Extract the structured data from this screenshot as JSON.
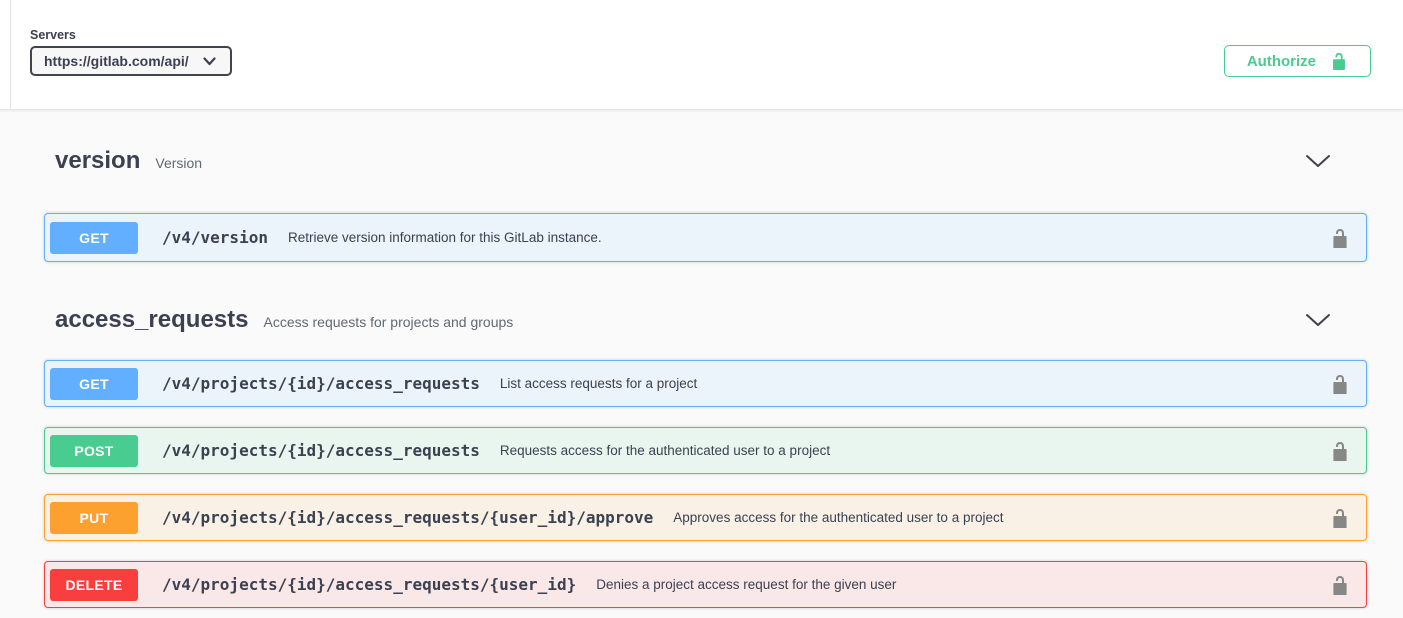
{
  "topbar": {
    "servers_label": "Servers",
    "server_selected": "https://gitlab.com/api/",
    "authorize_label": "Authorize"
  },
  "colors": {
    "get": "#61affe",
    "post": "#49cc90",
    "put": "#fca130",
    "delete": "#f93e3e",
    "authorize_green": "#49cc90",
    "heading_text": "#3b4151",
    "main_background": "#fafafa"
  },
  "sections": [
    {
      "title": "version",
      "subtitle": "Version",
      "operations": [
        {
          "method": "GET",
          "path": "/v4/version",
          "description": "Retrieve version information for this GitLab instance."
        }
      ]
    },
    {
      "title": "access_requests",
      "subtitle": "Access requests for projects and groups",
      "operations": [
        {
          "method": "GET",
          "path": "/v4/projects/{id}/access_requests",
          "description": "List access requests for a project"
        },
        {
          "method": "POST",
          "path": "/v4/projects/{id}/access_requests",
          "description": "Requests access for the authenticated user to a project"
        },
        {
          "method": "PUT",
          "path": "/v4/projects/{id}/access_requests/{user_id}/approve",
          "description": "Approves access for the authenticated user to a project"
        },
        {
          "method": "DELETE",
          "path": "/v4/projects/{id}/access_requests/{user_id}",
          "description": "Denies a project access request for the given user"
        }
      ]
    }
  ]
}
